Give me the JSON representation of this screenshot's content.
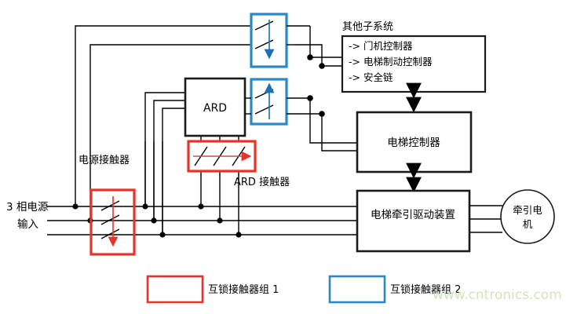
{
  "diagram": {
    "title_hidden": "",
    "colors": {
      "wire": "#000000",
      "box_border": "#1a1a1a",
      "interlock_group_1": "#e8332a",
      "interlock_group_2": "#2a87c8",
      "arrow_blue": "#1a70b8",
      "arrow_red": "#e8332a",
      "watermark": "#cfe6bb",
      "background": "#ffffff"
    },
    "labels": {
      "three_phase_input_line1": "3 相电源",
      "three_phase_input_line2": "输入",
      "power_contactor": "电源接触器",
      "ard_contactor": "ARD 接触器",
      "other_subsystems": "其他子系统",
      "ard_block": "ARD"
    },
    "blocks": {
      "ard": {
        "name": "ARD"
      },
      "other_subsystems": {
        "caption": "其他子系统",
        "items": [
          "-> 门机控制器",
          "-> 电梯制动控制器",
          "-> 安全链"
        ]
      },
      "elevator_controller": {
        "name": "电梯控制器"
      },
      "traction_drive": {
        "name": "电梯牵引驱动装置"
      },
      "traction_motor": {
        "line1": "牵引电",
        "line2": "机"
      }
    },
    "legend": [
      {
        "id": "interlock-group-1",
        "color": "#e8332a",
        "label": "互锁接触器组 1"
      },
      {
        "id": "interlock-group-2",
        "color": "#2a87c8",
        "label": "互锁接触器组 2"
      }
    ],
    "watermark": {
      "text": "www.cntronics.com"
    }
  }
}
